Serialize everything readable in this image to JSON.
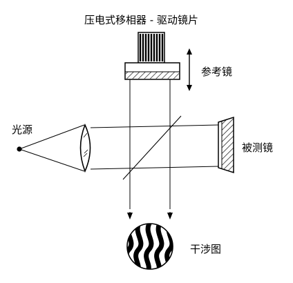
{
  "title": "压电式移相器 - 驱动镜片",
  "labels": {
    "reference_mirror": "参考镜",
    "light_source": "光源",
    "test_mirror": "被测镜",
    "interference_pattern": "干涉图"
  }
}
